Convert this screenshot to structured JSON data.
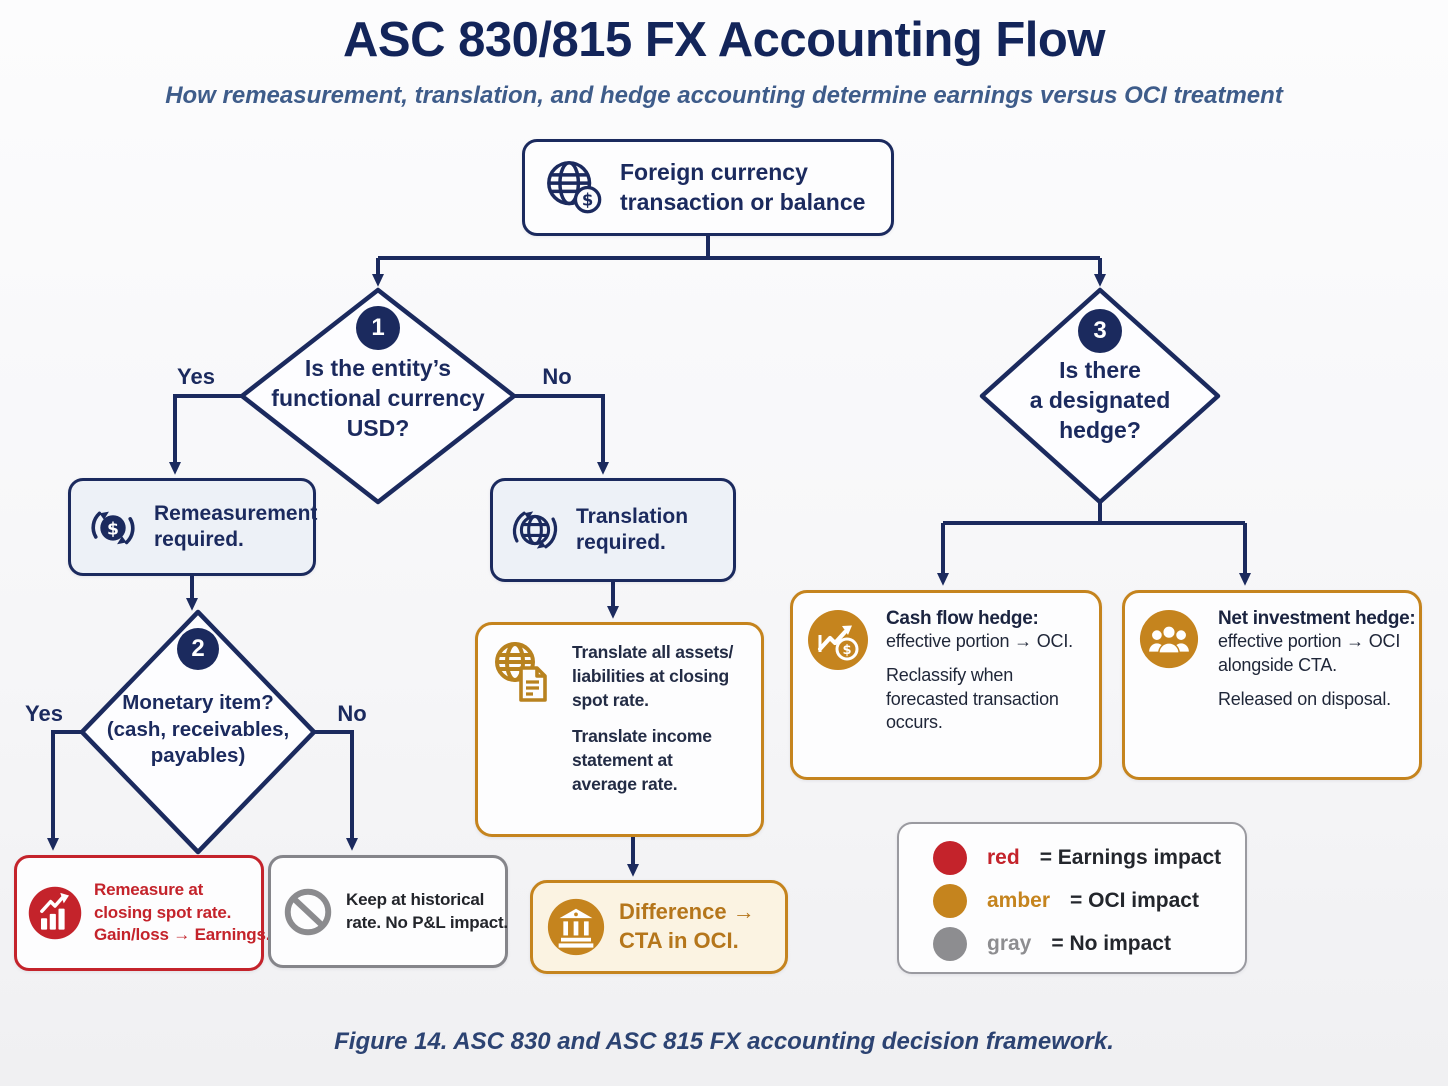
{
  "title": "ASC 830/815 FX Accounting Flow",
  "subtitle": "How remeasurement, translation, and hedge accounting determine earnings versus OCI treatment",
  "caption": "Figure 14. ASC 830 and ASC 815 FX accounting decision framework.",
  "colors": {
    "navy": "#1b2a5e",
    "red": "#c4232b",
    "amber": "#c5841e",
    "gray": "#8d8d90",
    "panel_fill": "#edf1f7",
    "cream_fill": "#fbf3e2"
  },
  "flow": {
    "start": {
      "icon": "globe-dollar-icon",
      "lines": [
        "Foreign currency",
        "transaction or balance"
      ]
    },
    "decision1": {
      "number": "1",
      "lines": [
        "Is the entity’s",
        "functional currency",
        "USD?"
      ],
      "yes": "Yes",
      "no": "No"
    },
    "remeasurement": {
      "icon": "dollar-cycle-icon",
      "lines": [
        "Remeasurement",
        "required."
      ]
    },
    "translation": {
      "icon": "globe-cycle-icon",
      "lines": [
        "Translation",
        "required."
      ]
    },
    "decision2": {
      "number": "2",
      "lines": [
        "Monetary item?",
        "(cash, receivables,",
        "payables)"
      ],
      "yes": "Yes",
      "no": "No"
    },
    "remeasure_result": {
      "icon": "rising-chart-icon",
      "lines": [
        "Remeasure at",
        "closing spot rate.",
        "Gain/loss → Earnings."
      ]
    },
    "historical_result": {
      "icon": "no-entry-icon",
      "lines": [
        "Keep at historical",
        "rate. No P&L impact."
      ]
    },
    "translate_detail": {
      "icon": "globe-document-icon",
      "para1": [
        "Translate all assets/",
        "liabilities at closing",
        "spot rate."
      ],
      "para2": [
        "Translate income",
        "statement at",
        "average rate."
      ]
    },
    "cta_result": {
      "icon": "bank-icon",
      "lines": [
        "Difference →",
        "CTA in OCI."
      ]
    },
    "decision3": {
      "number": "3",
      "lines": [
        "Is there",
        "a designated",
        "hedge?"
      ]
    },
    "cash_flow_hedge": {
      "icon": "chart-dollar-icon",
      "title": "Cash flow hedge:",
      "para1": [
        "effective portion → OCI."
      ],
      "para2": [
        "Reclassify when",
        "forecasted transaction",
        "occurs."
      ]
    },
    "net_investment_hedge": {
      "icon": "people-icon",
      "title": "Net investment hedge:",
      "para1": [
        "effective portion → OCI",
        "alongside CTA."
      ],
      "para2": [
        "Released on disposal."
      ]
    }
  },
  "legend": {
    "items": [
      {
        "term": "red",
        "color": "#c4232b",
        "desc": "=  Earnings impact"
      },
      {
        "term": "amber",
        "color": "#c5841e",
        "desc": "=  OCI impact"
      },
      {
        "term": "gray",
        "color": "#8d8d90",
        "desc": "=  No impact"
      }
    ]
  }
}
